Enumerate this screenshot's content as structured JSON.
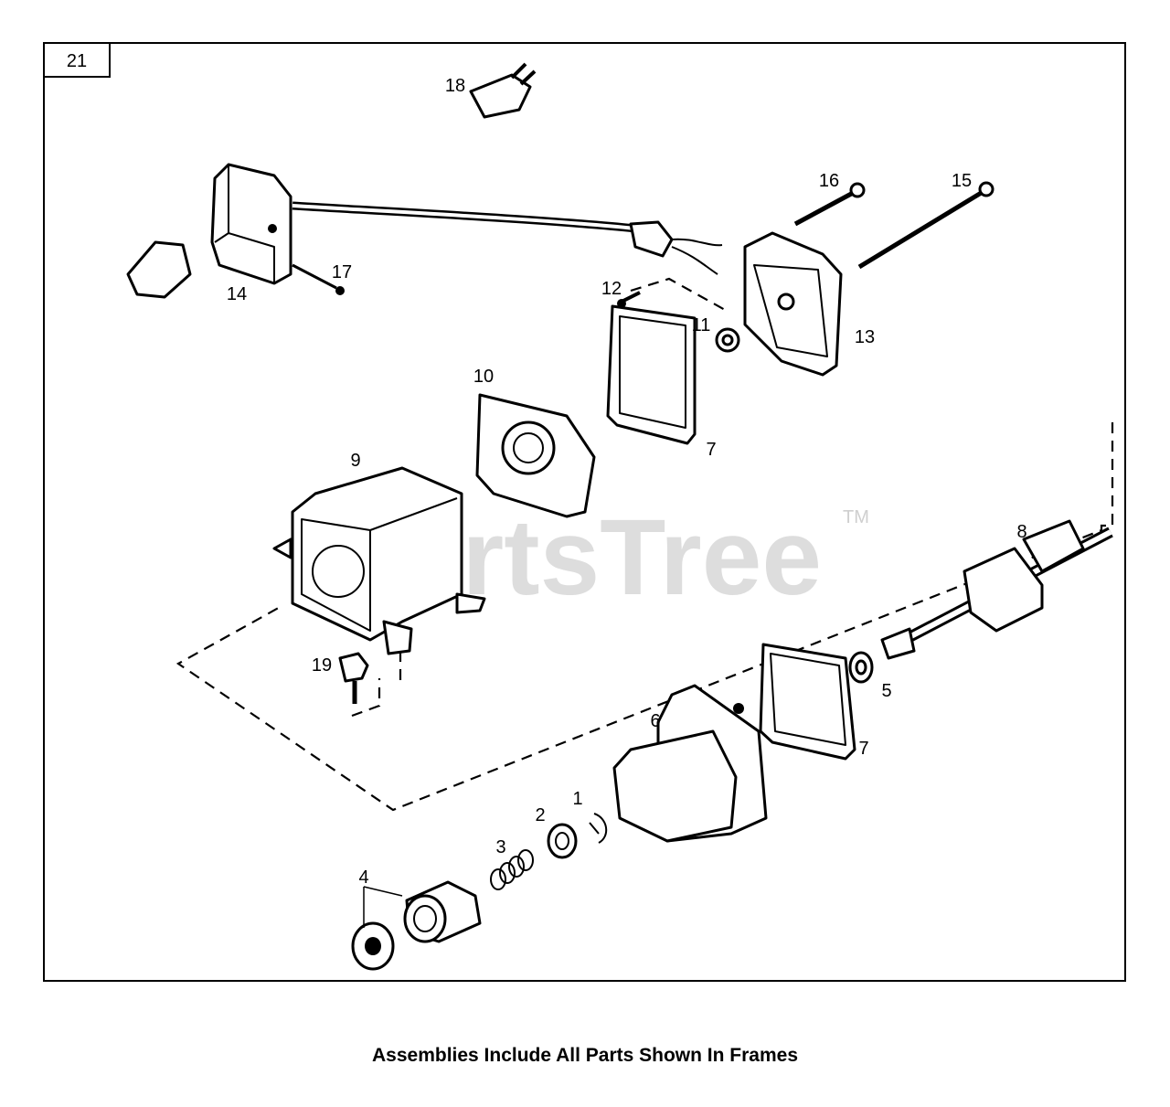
{
  "frame_label": "21",
  "watermark": {
    "text": "PartsTree",
    "trademark": "TM"
  },
  "caption": "Assemblies Include All Parts Shown In Frames",
  "callouts": [
    {
      "id": "1",
      "text": "1"
    },
    {
      "id": "2",
      "text": "2"
    },
    {
      "id": "3",
      "text": "3"
    },
    {
      "id": "4",
      "text": "4"
    },
    {
      "id": "5",
      "text": "5"
    },
    {
      "id": "6",
      "text": "6"
    },
    {
      "id": "7a",
      "text": "7"
    },
    {
      "id": "7b",
      "text": "7"
    },
    {
      "id": "8",
      "text": "8"
    },
    {
      "id": "9",
      "text": "9"
    },
    {
      "id": "10",
      "text": "10"
    },
    {
      "id": "11",
      "text": "11"
    },
    {
      "id": "12",
      "text": "12"
    },
    {
      "id": "13",
      "text": "13"
    },
    {
      "id": "14",
      "text": "14"
    },
    {
      "id": "15",
      "text": "15"
    },
    {
      "id": "16",
      "text": "16"
    },
    {
      "id": "17",
      "text": "17"
    },
    {
      "id": "18",
      "text": "18"
    },
    {
      "id": "19",
      "text": "19"
    }
  ]
}
